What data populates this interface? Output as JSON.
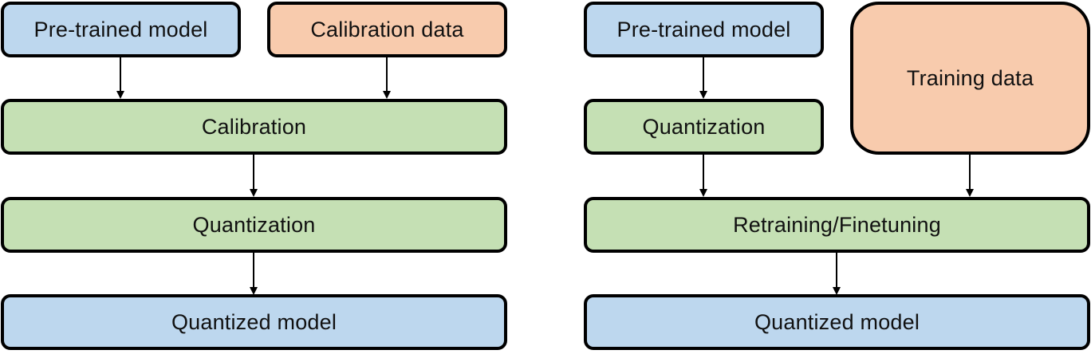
{
  "colors": {
    "model": "#bdd7ee",
    "data": "#f8cbad",
    "process": "#c5e0b4",
    "outline": "#000000"
  },
  "left": {
    "pretrained_model": "Pre-trained model",
    "calibration_data": "Calibration data",
    "calibration": "Calibration",
    "quantization": "Quantization",
    "quantized_model": "Quantized model"
  },
  "right": {
    "pretrained_model": "Pre-trained model",
    "training_data": "Training data",
    "quantization": "Quantization",
    "retraining": "Retraining/Finetuning",
    "quantized_model": "Quantized model"
  }
}
